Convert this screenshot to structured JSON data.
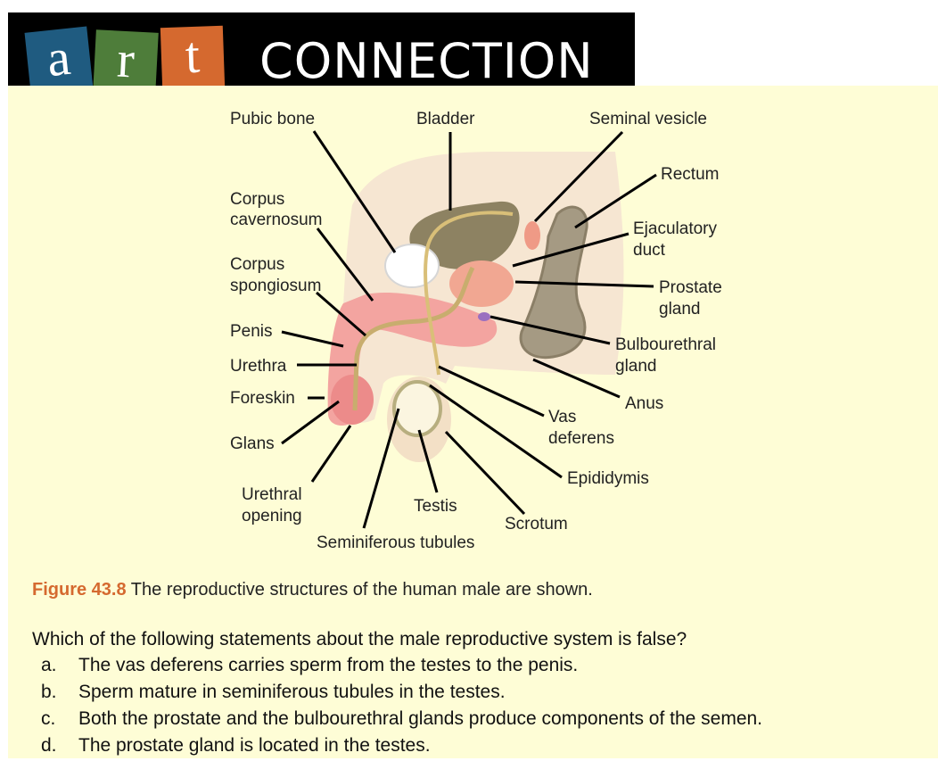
{
  "banner": {
    "tiles": [
      "a",
      "r",
      "t"
    ],
    "word": "CONNECTION",
    "colors": {
      "tile_a": "#1f5b80",
      "tile_r": "#4e7d3a",
      "tile_t": "#d5692f",
      "background": "#000000"
    }
  },
  "diagram": {
    "labels": {
      "pubic_bone": "Pubic bone",
      "bladder": "Bladder",
      "seminal_vesicle": "Seminal vesicle",
      "rectum": "Rectum",
      "corpus_cavernosum_1": "Corpus",
      "corpus_cavernosum_2": "cavernosum",
      "corpus_spongiosum_1": "Corpus",
      "corpus_spongiosum_2": "spongiosum",
      "ejaculatory_duct_1": "Ejaculatory",
      "ejaculatory_duct_2": "duct",
      "prostate_1": "Prostate",
      "prostate_2": "gland",
      "penis": "Penis",
      "urethra": "Urethra",
      "foreskin": "Foreskin",
      "glans": "Glans",
      "bulbourethral_1": "Bulbourethral",
      "bulbourethral_2": "gland",
      "anus": "Anus",
      "vas_deferens_1": "Vas",
      "vas_deferens_2": "deferens",
      "epididymis": "Epididymis",
      "urethral_opening_1": "Urethral",
      "urethral_opening_2": "opening",
      "testis": "Testis",
      "scrotum": "Scrotum",
      "seminiferous_tubules": "Seminiferous tubules"
    }
  },
  "caption": {
    "figure_number": "Figure 43.8",
    "text": " The reproductive structures of the human male are shown."
  },
  "question": {
    "prompt": "Which of the following statements about the male reproductive system is false?",
    "options": [
      {
        "key": "a.",
        "text": "The vas deferens carries sperm from the testes to the penis."
      },
      {
        "key": "b.",
        "text": "Sperm mature in seminiferous tubules in the testes."
      },
      {
        "key": "c.",
        "text": "Both the prostate and the bulbourethral glands produce components of the semen."
      },
      {
        "key": "d.",
        "text": "The prostate gland is located in the testes."
      }
    ]
  }
}
